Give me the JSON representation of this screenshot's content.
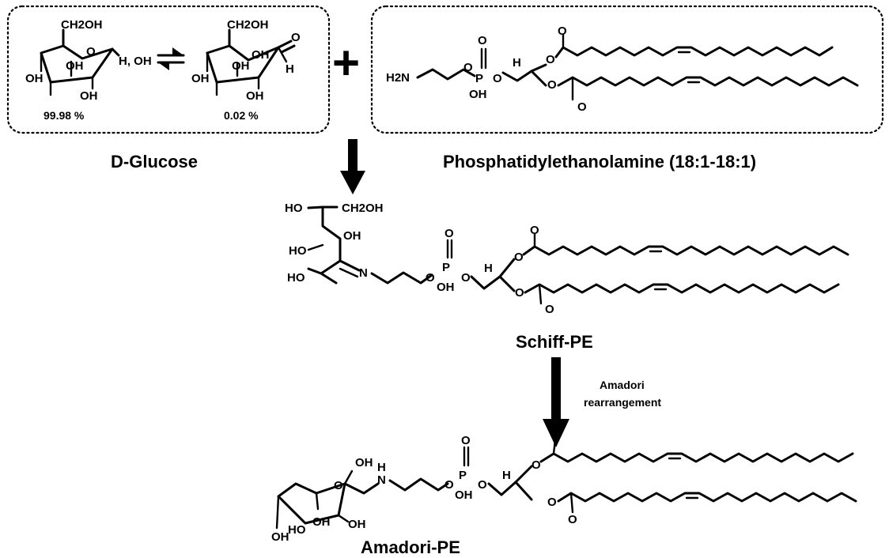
{
  "molecules": {
    "glucose": {
      "name": "D-Glucose",
      "pyranose_pct": "99.98 %",
      "open_chain_pct": "0.02 %",
      "labels": {
        "ch2oh": "CH2OH",
        "oh": "OH",
        "o": "O",
        "h": "H",
        "anomer": "H, OH"
      }
    },
    "pe": {
      "name": "Phosphatidylethanolamine (18:1-18:1)",
      "labels": {
        "h2n": "H2N",
        "p": "P",
        "o": "O",
        "oh": "OH",
        "h": "H"
      }
    },
    "schiff": {
      "name": "Schiff-PE",
      "labels": {
        "ho": "HO",
        "ch2oh": "CH2OH",
        "oh": "OH",
        "n": "N",
        "p": "P",
        "o": "O",
        "h": "H"
      }
    },
    "amadori": {
      "name": "Amadori-PE",
      "labels": {
        "oh": "OH",
        "ho": "HO",
        "h": "H",
        "n": "N",
        "p": "P",
        "o": "O"
      }
    }
  },
  "reaction": {
    "plus": "+",
    "step2_label_line1": "Amadori",
    "step2_label_line2": "rearrangement"
  },
  "colors": {
    "ink": "#000000",
    "background": "#ffffff"
  }
}
